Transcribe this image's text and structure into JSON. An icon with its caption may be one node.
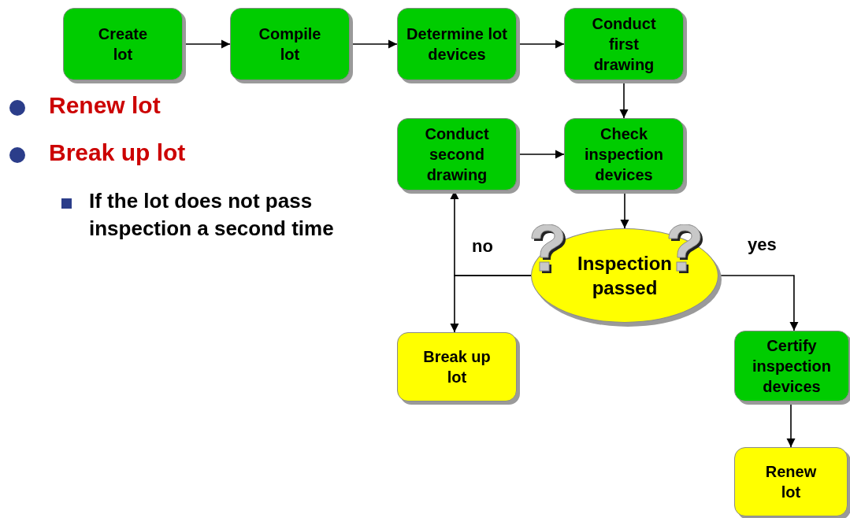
{
  "diagram": {
    "nodes": [
      {
        "text": [
          "Create lot"
        ]
      },
      {
        "text": [
          "Compile lot"
        ]
      },
      {
        "text": [
          "Determine lot devices"
        ]
      },
      {
        "text": [
          "Conduct first drawing"
        ]
      },
      {
        "text": [
          "Conduct second drawing"
        ]
      },
      {
        "text": [
          "Check inspection devices"
        ]
      },
      {
        "text": [
          "Inspection passed"
        ]
      },
      {
        "text": [
          "Break up lot"
        ]
      },
      {
        "text": [
          "Certify inspection devices"
        ]
      },
      {
        "text": [
          "Renew lot"
        ]
      }
    ],
    "edges": [
      {
        "from": 0,
        "to": 1,
        "arrow": "to"
      },
      {
        "from": 1,
        "to": 2,
        "arrow": "to"
      },
      {
        "from": 2,
        "to": 3,
        "arrow": "to"
      },
      {
        "from": 3,
        "to": 5,
        "arrow": "to"
      },
      {
        "from": 4,
        "to": 5,
        "arrow": "to"
      },
      {
        "from": 5,
        "to": 6,
        "arrow": "to"
      },
      {
        "from": 6,
        "to": 4,
        "arrow": "to",
        "label": "no"
      },
      {
        "from": 6,
        "to": 7,
        "arrow": "to"
      },
      {
        "from": 6,
        "to": 8,
        "arrow": "to",
        "label": "yes"
      },
      {
        "from": 8,
        "to": 9,
        "arrow": "to"
      }
    ],
    "labels": [
      "Renew lot",
      "Break up lot",
      "If the lot does not pass inspection a second time"
    ]
  }
}
